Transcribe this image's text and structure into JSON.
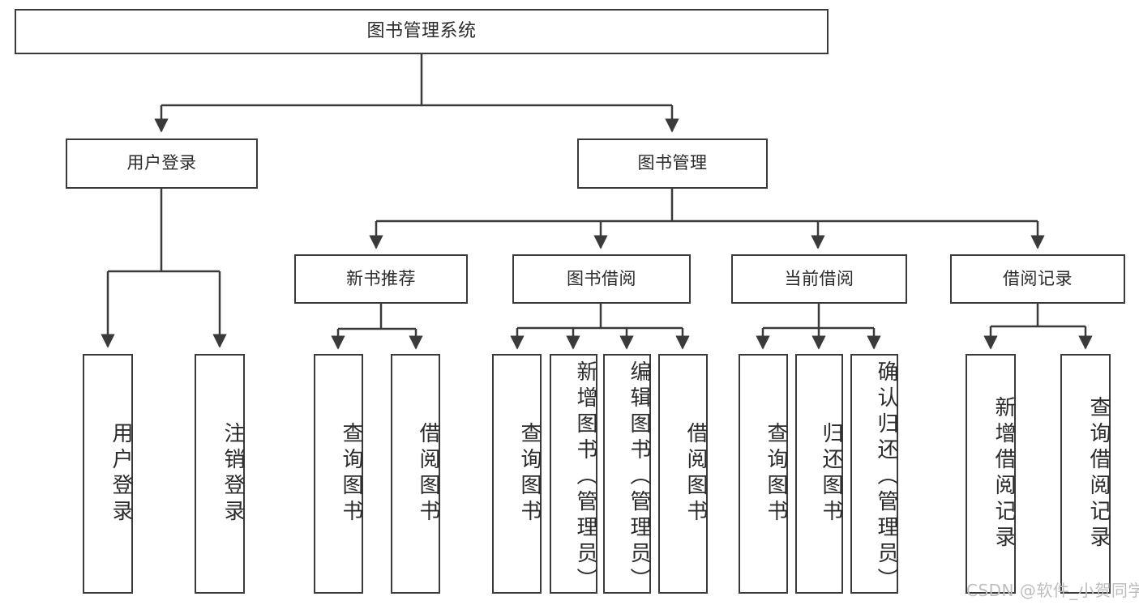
{
  "diagram": {
    "title": "图书管理系统",
    "type": "tree-hierarchy-diagram",
    "stroke_color": "#3a3a3a",
    "text_color": "#2b2b2b",
    "background_color": "#ffffff"
  },
  "nodes": {
    "root": {
      "label": "图书管理系统",
      "level": 1
    },
    "level2": [
      {
        "id": "user-login",
        "label": "用户登录"
      },
      {
        "id": "book-management",
        "label": "图书管理"
      }
    ],
    "level3": [
      {
        "id": "new-book-recommend",
        "label": "新书推荐"
      },
      {
        "id": "book-borrow",
        "label": "图书借阅"
      },
      {
        "id": "current-borrow",
        "label": "当前借阅"
      },
      {
        "id": "borrow-record",
        "label": "借阅记录"
      }
    ],
    "leaves": {
      "user-login": [
        {
          "id": "leaf-user-login",
          "label": "用户登录"
        },
        {
          "id": "leaf-user-logout",
          "label": "注销登录"
        }
      ],
      "new-book-recommend": [
        {
          "id": "leaf-query-book-1",
          "label": "查询图书"
        },
        {
          "id": "leaf-borrow-book-1",
          "label": "借阅图书"
        }
      ],
      "book-borrow": [
        {
          "id": "leaf-query-book-2",
          "label": "查询图书"
        },
        {
          "id": "leaf-add-book",
          "label": "新增图书（管理员）"
        },
        {
          "id": "leaf-edit-book",
          "label": "编辑图书（管理员）"
        },
        {
          "id": "leaf-borrow-book-2",
          "label": "借阅图书"
        }
      ],
      "current-borrow": [
        {
          "id": "leaf-query-book-3",
          "label": "查询图书"
        },
        {
          "id": "leaf-return-book",
          "label": "归还图书"
        },
        {
          "id": "leaf-confirm-return",
          "label": "确认归还（管理员）"
        }
      ],
      "borrow-record": [
        {
          "id": "leaf-add-record",
          "label": "新增借阅记录"
        },
        {
          "id": "leaf-query-record",
          "label": "查询借阅记录"
        }
      ]
    }
  },
  "watermark": {
    "text": "CSDN @软件_小贺同学"
  }
}
